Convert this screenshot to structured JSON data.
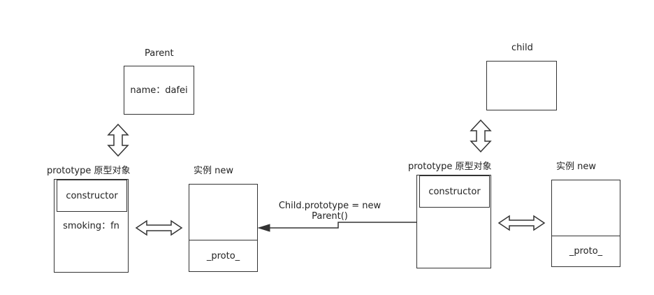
{
  "colors": {
    "stroke": "#333333",
    "text": "#222222",
    "background": "#ffffff"
  },
  "parent": {
    "title": "Parent",
    "content": "name：dafei",
    "prototype_title": "prototype 原型对象",
    "prototype_constructor": "constructor",
    "prototype_content": "smoking：fn",
    "instance_title": "实例 new",
    "instance_proto": "_proto_"
  },
  "child": {
    "title": "child",
    "prototype_title": "prototype 原型对象",
    "prototype_constructor": "constructor",
    "instance_title": "实例 new",
    "instance_proto": "_proto_"
  },
  "connector": {
    "label_line1": "Child.prototype = new",
    "label_line2": "Parent()"
  },
  "icons": {
    "vertical_arrows": "double-headed-vertical-arrow-icon",
    "horizontal_arrows": "double-headed-horizontal-arrow-icon",
    "connector_arrow": "arrowhead-left-icon"
  }
}
